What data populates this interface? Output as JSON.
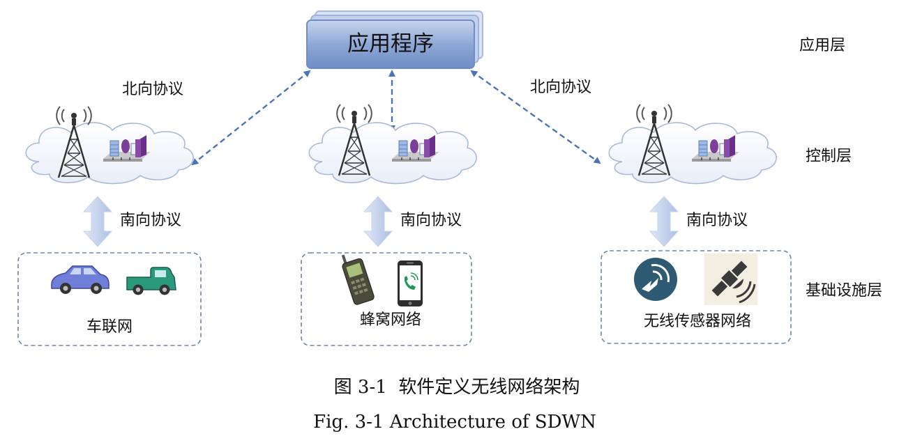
{
  "app_box": {
    "label": "应用程序"
  },
  "layers": {
    "application": "应用层",
    "control": "控制层",
    "infrastructure": "基础设施层"
  },
  "protocols": {
    "north_left": "北向协议",
    "north_right": "北向协议",
    "south_left": "南向协议",
    "south_center": "南向协议",
    "south_right": "南向协议"
  },
  "networks": {
    "vehicle": "车联网",
    "cellular": "蜂窝网络",
    "sensor": "无线传感器网络"
  },
  "caption": {
    "cn": "图 3-1  软件定义无线网络架构",
    "en": "Fig. 3-1 Architecture of SDWN"
  },
  "colors": {
    "arrow_dashed": "#4a74b7",
    "app_box": "#7f9fd0",
    "box_border": "#6f86a8",
    "big_arrow": "#b9c9e8",
    "cloud_stroke": "#a9b9d8"
  }
}
